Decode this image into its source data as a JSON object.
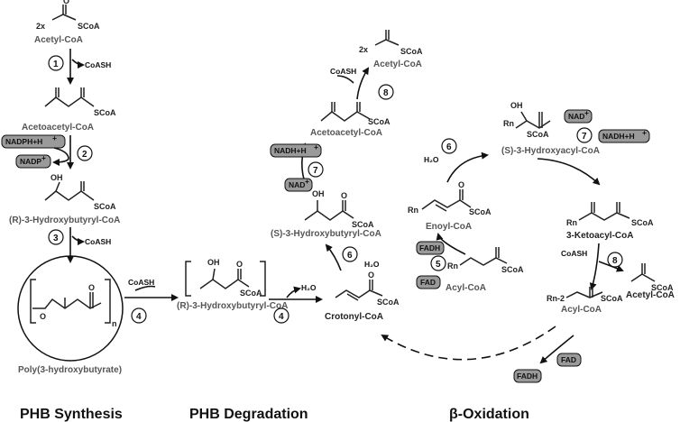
{
  "sections": {
    "synthesis": "PHB Synthesis",
    "degradation": "PHB Degradation",
    "oxidation": "β-Oxidation"
  },
  "compounds": {
    "acetyl_coa_top": "Acetyl-CoA",
    "acetoacetyl_coa_left": "Acetoacetyl-CoA",
    "r3hb_coa_left": "(R)-3-Hydroxybutyryl-CoA",
    "phb": "Poly(3-hydroxybutyrate)",
    "r3hb_coa_mid": "(R)-3-Hydroxybutyryl-CoA",
    "crotonyl_coa": "Crotonyl-CoA",
    "s3hb_coa": "(S)-3-Hydroxybutyryl-CoA",
    "acetoacetyl_coa_mid": "Acetoacetyl-CoA",
    "acetyl_coa_mid": "Acetyl-CoA",
    "enoyl_coa": "Enoyl-CoA",
    "s3ha_coa": "(S)-3-Hydroxyacyl-CoA",
    "ketoacyl_coa": "3-Ketoacyl-CoA",
    "acetyl_coa_right": "Acetyl-CoA",
    "acyl_coa": "Acyl-CoA",
    "acyl_coa_n2": "Acyl-CoA"
  },
  "atoms": {
    "scoa": "SCoA",
    "o": "O",
    "oh": "OH",
    "rn": "Rn",
    "rn2": "Rn-2",
    "n": "n",
    "two_x": "2x"
  },
  "cofactors": {
    "coash": "CoASH",
    "nadph": "NADPH+H",
    "nadp": "NADP",
    "nadh": "NADH+H",
    "nad": "NAD",
    "plus": "+",
    "h2o": "H₂O",
    "fad": "FAD",
    "fadh": "FADH"
  },
  "steps": [
    "1",
    "2",
    "3",
    "4",
    "5",
    "6",
    "7",
    "8"
  ]
}
